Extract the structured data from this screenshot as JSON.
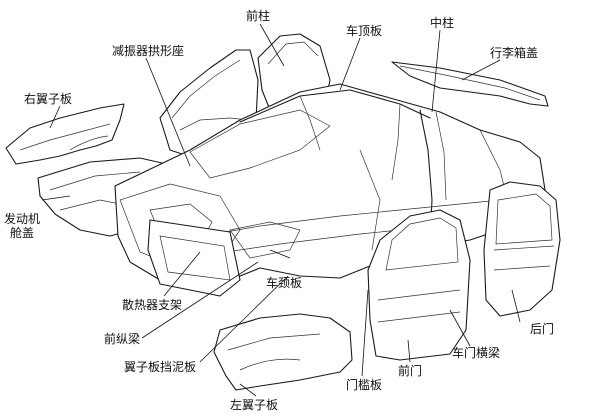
{
  "labels": {
    "front_pillar": "前柱",
    "damper_arch": "减振器拱形座",
    "roof_panel": "车顶板",
    "center_pillar": "中柱",
    "trunk_lid": "行李箱盖",
    "right_fender": "右翼子板",
    "hood_line1": "发动机",
    "hood_line2": "舱盖",
    "radiator_support": "散热器支架",
    "cowl_panel": "车颈板",
    "front_rail": "前纵梁",
    "fender_apron": "翼子板挡泥板",
    "left_fender": "左翼子板",
    "sill_panel": "门槛板",
    "front_door": "前门",
    "door_beam": "车门横梁",
    "rear_door": "后门"
  }
}
